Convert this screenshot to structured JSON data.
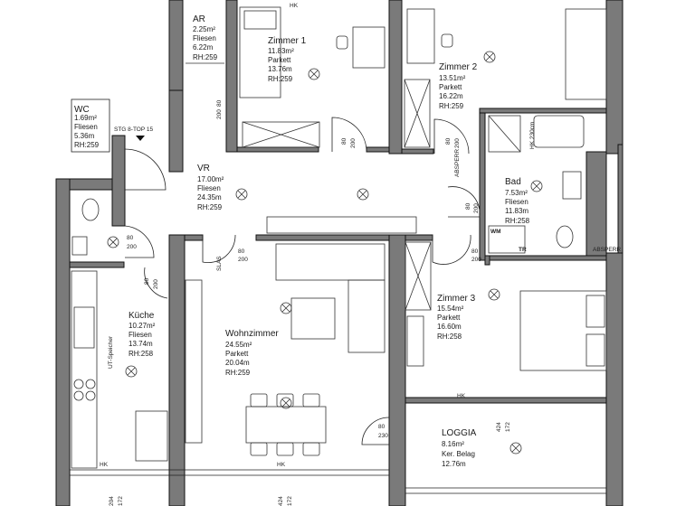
{
  "rooms": {
    "ar": {
      "name": "AR",
      "area": "2.25m²",
      "floor": "Fliesen",
      "perimeter": "6.22m",
      "height": "RH:259"
    },
    "zimmer1": {
      "name": "Zimmer 1",
      "area": "11.83m²",
      "floor": "Parkett",
      "perimeter": "13.76m",
      "height": "RH:259"
    },
    "zimmer2": {
      "name": "Zimmer 2",
      "area": "13.51m²",
      "floor": "Parkett",
      "perimeter": "16.22m",
      "height": "RH:259"
    },
    "wc": {
      "name": "WC",
      "area": "1.69m²",
      "floor": "Fliesen",
      "perimeter": "5.36m",
      "height": "RH:259"
    },
    "vr": {
      "name": "VR",
      "area": "17.00m²",
      "floor": "Fliesen",
      "perimeter": "24.35m",
      "height": "RH:259"
    },
    "bad": {
      "name": "Bad",
      "area": "7.53m²",
      "floor": "Fliesen",
      "perimeter": "11.83m",
      "height": "RH:258"
    },
    "kueche": {
      "name": "Küche",
      "area": "10.27m²",
      "floor": "Fliesen",
      "perimeter": "13.74m",
      "height": "RH:258"
    },
    "wohnzimmer": {
      "name": "Wohnzimmer",
      "area": "24.55m²",
      "floor": "Parkett",
      "perimeter": "20.04m",
      "height": "RH:259"
    },
    "zimmer3": {
      "name": "Zimmer 3",
      "area": "15.54m²",
      "floor": "Parkett",
      "perimeter": "16.60m",
      "height": "RH:258"
    },
    "loggia": {
      "name": "LOGGIA",
      "area": "8.16m²",
      "floor": "Ker. Belag",
      "perimeter": "12.76m"
    }
  },
  "labels": {
    "entrance": "STG 8-TOP 15",
    "hk": "HK",
    "wm": "WM",
    "tr": "TR",
    "hk_bath": "HK 230cm",
    "ut_speicher": "UT-Speicher",
    "door_80": "80",
    "door_200": "200",
    "door_230": "230",
    "win_424": "424",
    "win_172": "172",
    "win_204": "204",
    "abspern": "ABSPERR",
    "slas": "SLAS"
  }
}
